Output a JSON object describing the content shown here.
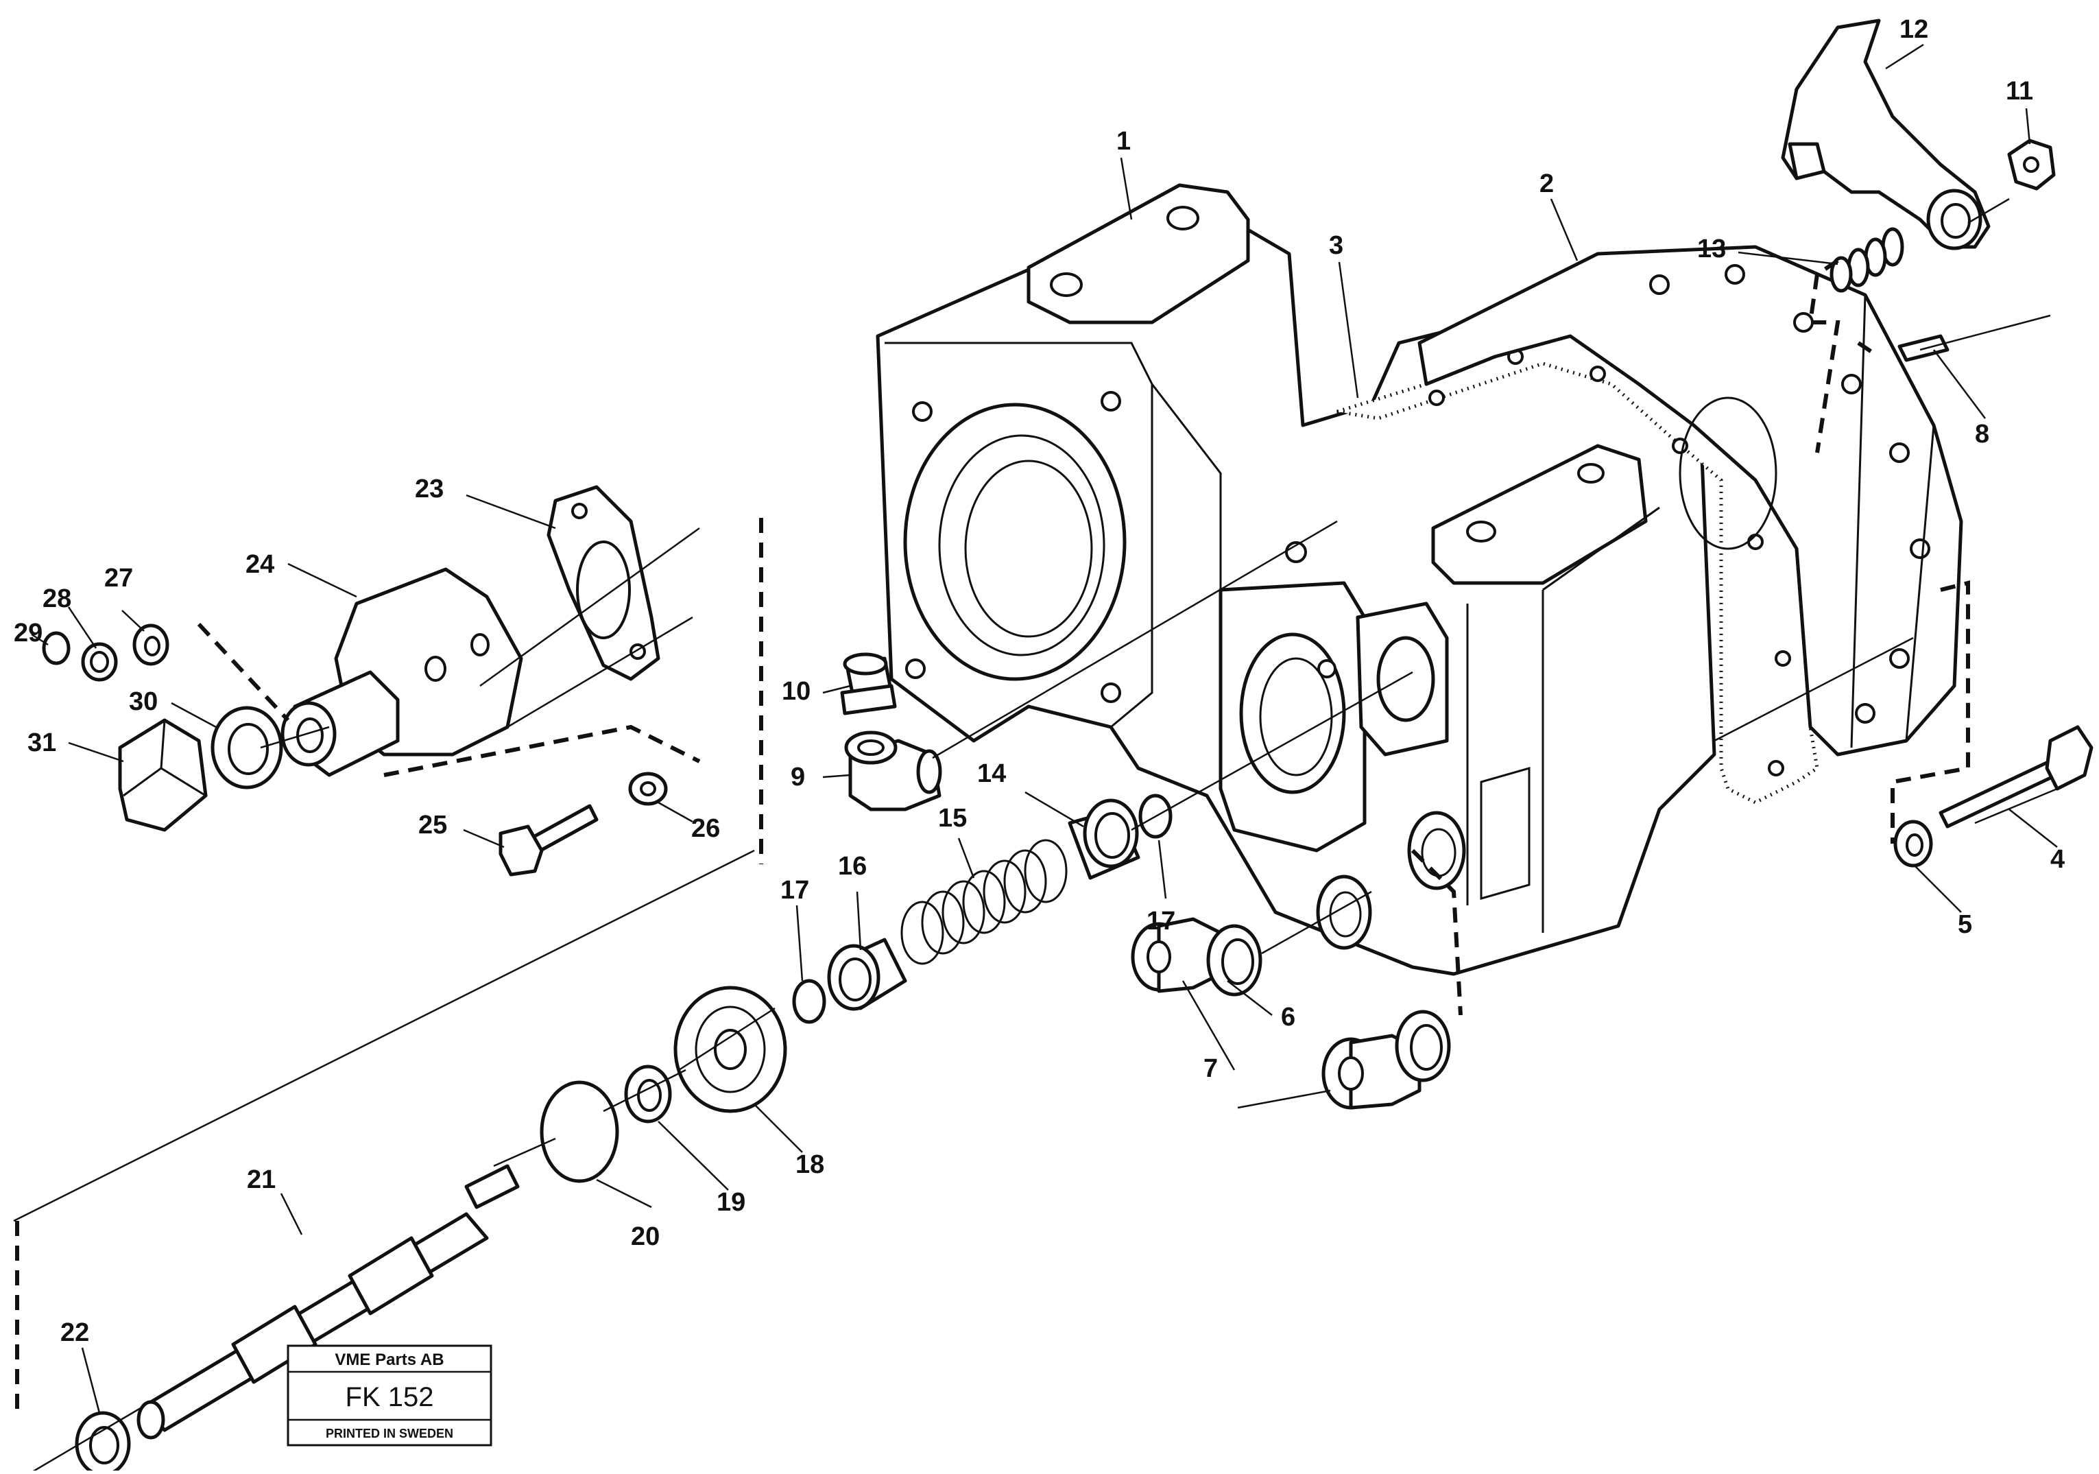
{
  "diagram": {
    "callouts": [
      "1",
      "2",
      "3",
      "4",
      "5",
      "6",
      "7",
      "7",
      "8",
      "9",
      "10",
      "11",
      "12",
      "13",
      "14",
      "15",
      "16",
      "17",
      "17",
      "18",
      "19",
      "20",
      "21",
      "22",
      "23",
      "24",
      "25",
      "26",
      "27",
      "28",
      "29",
      "30",
      "31"
    ]
  },
  "plate": {
    "company": "VME Parts AB",
    "code": "FK 152",
    "printed": "PRINTED IN SWEDEN"
  }
}
